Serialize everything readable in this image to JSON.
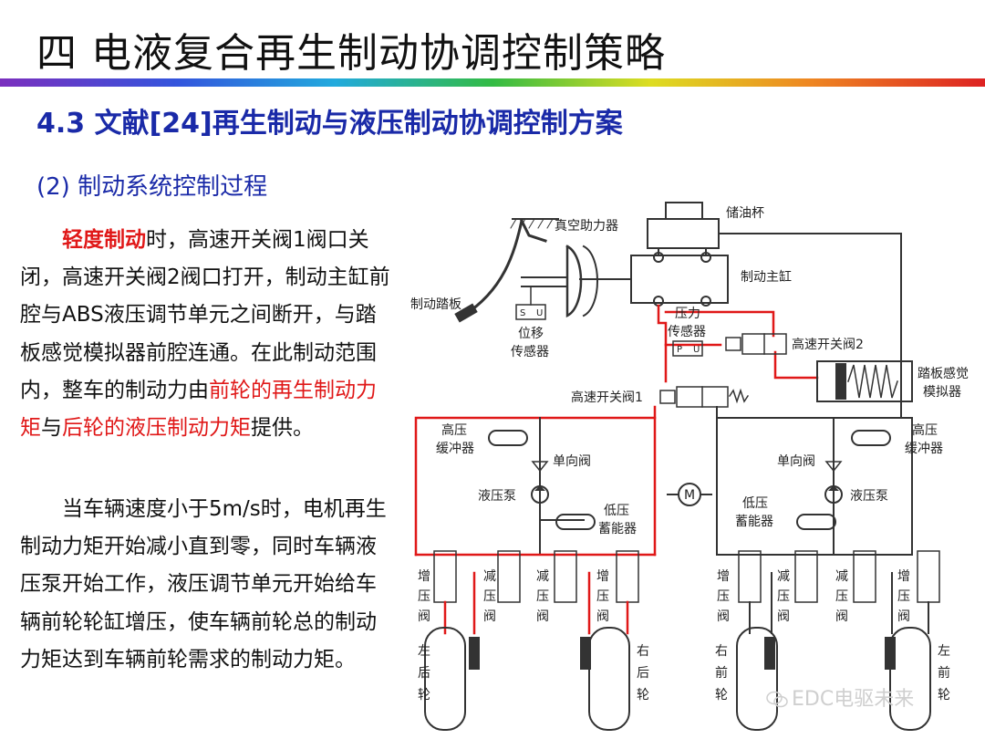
{
  "header": {
    "title": "四  电液复合再生制动协调控制策略",
    "subtitle": "4.3 文献[24]再生制动与液压制动协调控制方案",
    "section": "(2) 制动系统控制过程"
  },
  "text": {
    "p1": [
      {
        "t": "轻度制动",
        "style": "red-bold"
      },
      {
        "t": "时，高速开关阀1阀口关闭，高速开关阀2阀口打开，制动主缸前腔与ABS液压调节单元之间断开，与踏板感觉模拟器前腔连通。在此制动范围内，整车的制动力由",
        "style": "normal"
      },
      {
        "t": "前轮的再生制动力矩",
        "style": "red"
      },
      {
        "t": "与",
        "style": "normal"
      },
      {
        "t": "后轮的液压制动力矩",
        "style": "red"
      },
      {
        "t": "提供。",
        "style": "normal"
      }
    ],
    "p2": "当车辆速度小于5m/s时，电机再生制动力矩开始减小直到零，同时车辆液压泵开始工作，液压调节单元开始给车辆前轮轮缸增压，使车辆前轮总的制动力矩达到车辆前轮需求的制动力矩。"
  },
  "diagram": {
    "labels": {
      "booster": "真空助力器",
      "reservoir": "储油杯",
      "master": "制动主缸",
      "pedal": "制动踏板",
      "disp1": "位移",
      "disp2": "传感器",
      "press1": "压力",
      "press2": "传感器",
      "valve2": "高速开关阀2",
      "sim1": "踏板感觉",
      "sim2": "模拟器",
      "valve1": "高速开关阀1",
      "hp_l1": "高压",
      "hp_l2": "缓冲器",
      "hp_r1": "高压",
      "hp_r2": "缓冲器",
      "check_l": "单向阀",
      "check_r": "单向阀",
      "pump_l": "液压泵",
      "pump_r": "液压泵",
      "lp_l1": "低压",
      "lp_l2": "蓄能器",
      "lp_r1": "低压",
      "lp_r2": "蓄能器",
      "motor": "M",
      "sensor_s": "S",
      "sensor_u": "U",
      "sensor_p": "P",
      "sensor_u2": "U",
      "inc": [
        "增",
        "压",
        "阀"
      ],
      "dec": [
        "减",
        "压",
        "阀"
      ],
      "wheel_lr": [
        "左",
        "后",
        "轮"
      ],
      "wheel_rr": [
        "右",
        "后",
        "轮"
      ],
      "wheel_rf": [
        "右",
        "前",
        "轮"
      ],
      "wheel_lf": [
        "左",
        "前",
        "轮"
      ]
    }
  },
  "watermark": "EDC电驱未来",
  "colors": {
    "accent": "#1a2aa8",
    "highlight": "#e01818",
    "line_red": "#e01818",
    "line_black": "#333333"
  }
}
